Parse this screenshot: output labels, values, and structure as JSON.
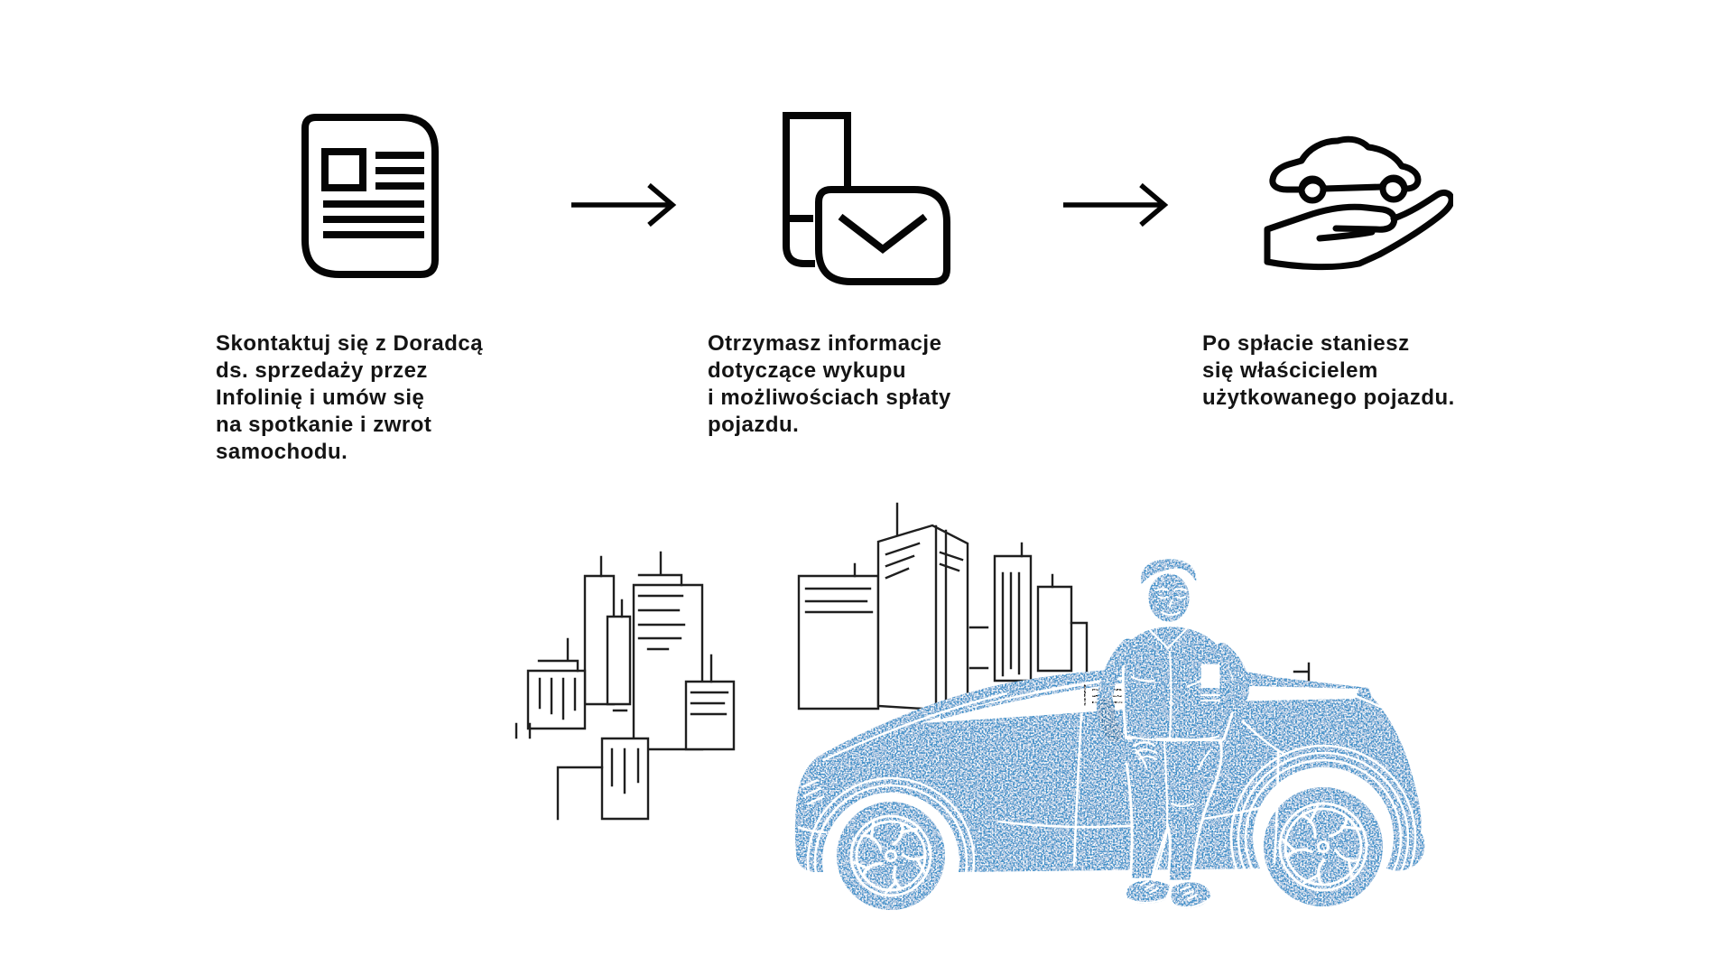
{
  "colors": {
    "accent_blue": "#3E90C9",
    "ink": "#141414",
    "line_black": "#1f1f1f"
  },
  "steps": [
    {
      "icon": "document-icon",
      "lines": [
        "Skontaktuj się z Doradcą",
        "ds. sprzedaży przez",
        "Infolinię i umów się",
        "na spotkanie i zwrot",
        "samochodu."
      ]
    },
    {
      "icon": "phone-mail-icon",
      "lines": [
        "Otrzymasz informacje",
        "dotyczące wykupu",
        "i możliwościach spłaty",
        "pojazdu."
      ]
    },
    {
      "icon": "car-handover-icon",
      "lines": [
        "Po spłacie staniesz",
        "się właścicielem",
        "użytkowanego pojazdu."
      ]
    }
  ],
  "arrows": [
    "arrow-right-icon",
    "arrow-right-icon"
  ],
  "illustration": {
    "name": "man-leaning-on-car-city-skyline"
  }
}
